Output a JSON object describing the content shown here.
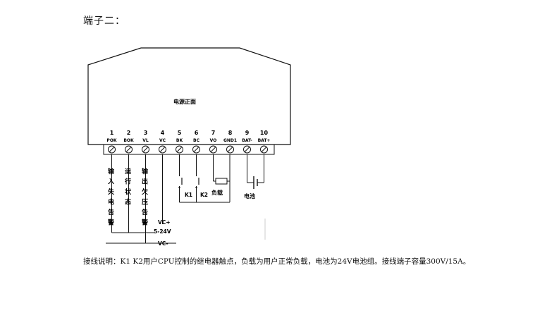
{
  "heading": "端子二：",
  "panel_label": "电源正面",
  "terminals": [
    {
      "num": "1",
      "code": "POK"
    },
    {
      "num": "2",
      "code": "BOK"
    },
    {
      "num": "3",
      "code": "VL"
    },
    {
      "num": "4",
      "code": "VC"
    },
    {
      "num": "5",
      "code": "BK"
    },
    {
      "num": "6",
      "code": "BC"
    },
    {
      "num": "7",
      "code": "VO"
    },
    {
      "num": "8",
      "code": "GND1"
    },
    {
      "num": "9",
      "code": "BAT-"
    },
    {
      "num": "10",
      "code": "BAT+"
    }
  ],
  "wire_labels": {
    "t1": "输入失电告警",
    "t2": "运行状态",
    "t3": "输出欠压告警",
    "vc_plus": "VC+",
    "range": "5-24V",
    "vc_minus": "VC-",
    "k1": "K1",
    "k2": "K2",
    "load": "负载",
    "battery": "电池"
  },
  "caption": "接线说明：K1 K2用户CPU控制的继电器触点，负载为用户正常负载，电池为24V电池组。接线端子容量300V/15A。"
}
